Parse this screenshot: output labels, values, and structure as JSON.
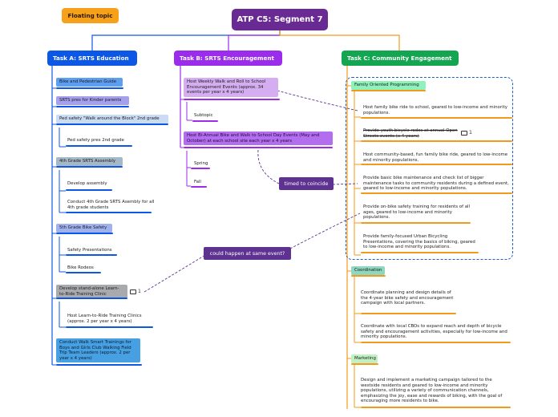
{
  "root": {
    "label": "ATP C5: Segment 7"
  },
  "floating_topic": {
    "label": "Floating topic"
  },
  "task_a": {
    "label": "Task A: SRTS Education",
    "items": [
      {
        "label": "Bike and Pedestrian Guide"
      },
      {
        "label": "SRTS pres for Kinder parents"
      },
      {
        "label": "Ped safety \"Walk around the Block\" 2nd grade",
        "children": [
          "Ped safety pres 2nd grade"
        ]
      },
      {
        "label": "4th Grade SRTS Assembly",
        "children": [
          "Develop assembly",
          "Conduct 4th Grade SRTS Asembly for all 4th grade students"
        ]
      },
      {
        "label": "5th Grade Bike Safety",
        "children": [
          "Safety Presentations",
          "Bike Rodeos"
        ]
      },
      {
        "label": "Develop stand-alone Learn-to-Ride Training Clinic",
        "comment_count": "1",
        "children": [
          "Host Learn-to-Ride Training Clinics (approx. 2 per year x 4 years)"
        ]
      },
      {
        "label": "Conduct Walk Smart Trainings for Boys and Girls Club Walking Field Trip Team Leaders (approx. 2 per year x 4 years)"
      }
    ]
  },
  "task_b": {
    "label": "Task B: SRTS Encouragement",
    "items": [
      {
        "label": "Host Weekly Walk and Roll to School Encouragement Events (approx. 34 events per year x 4 years)",
        "children": [
          "Subtopic"
        ]
      },
      {
        "label": "Host Bi-Annual Bike and Walk to School Day Events (May and October) at each school site each year x 4 years",
        "children": [
          "Spring",
          "Fall"
        ]
      }
    ]
  },
  "task_c": {
    "label": "Task C: Community Engagement",
    "family": {
      "label": "Family Oriented Programming",
      "items": [
        {
          "label": "Host family bike ride to school, geared to low-income and minority populations."
        },
        {
          "label": "Provide youth bicycle rodes at annual Open Streets events (x 4 years)",
          "comment_count": "1"
        },
        {
          "label": "Host community-based, fun family bike ride, geared to low-income and minority populations."
        },
        {
          "label": "Provide basic bike maintenance and check list of bigger maintenance tasks to community residents during a defined event, geared to low-income and minority populations."
        },
        {
          "label": "Provide on-bike safety training for residents of all ages, geared to low-income and minority populations."
        },
        {
          "label": "Provide family-focused Urban Bicycling Presentations, covering the basics of biking, geared to low-income and minority populations."
        }
      ]
    },
    "coordination": {
      "label": "Coordination",
      "items": [
        {
          "label": "Coordinate planning and design details of the 4-year bike safety and encouragement campaign with local partners."
        },
        {
          "label": "Coordinate with local CBOs to expand reach and depth of bicycle safety and encouragement activities, especially for low-income and minority populations."
        }
      ]
    },
    "marketing": {
      "label": "Marketing",
      "items": [
        {
          "label": "Design and implement a marketing campaign tailored to the westside residents and geared to low-income and minority populations, utilizing a variety of communication channels, emphasizing the joy, ease and rewards of biking, with the goal of encouraging more residents to bike."
        }
      ]
    }
  },
  "callouts": {
    "timed": "timed to coincide",
    "same_event": "could happen at same event?"
  },
  "colors": {
    "root": "#6a2a93",
    "task_a": "#0d57e6",
    "task_b": "#9b2cec",
    "task_c": "#14a550",
    "floating": "#f7a11a",
    "orange": "#f29b1a",
    "callout": "#5d3290"
  }
}
